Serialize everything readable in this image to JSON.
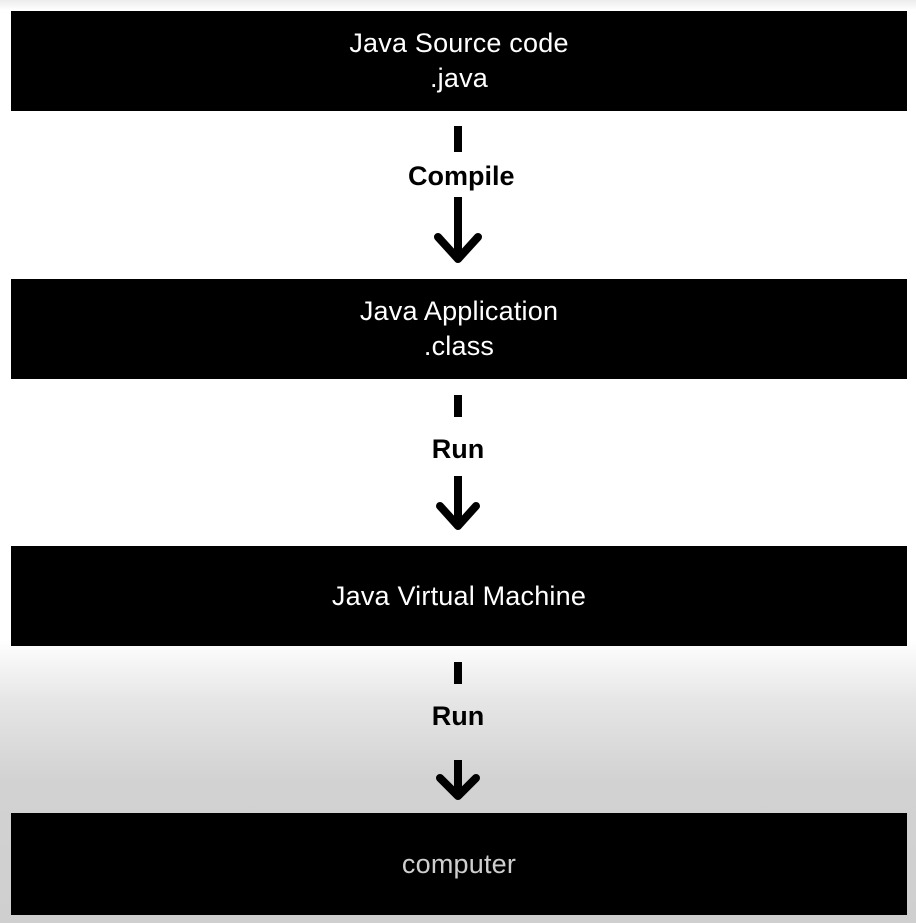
{
  "diagram": {
    "boxes": [
      {
        "lines": [
          "Java Source code",
          ".java"
        ]
      },
      {
        "lines": [
          "Java Application",
          ".class"
        ]
      },
      {
        "lines": [
          "Java Virtual Machine"
        ]
      },
      {
        "lines": [
          "computer"
        ]
      }
    ],
    "arrows": [
      {
        "label": "Compile"
      },
      {
        "label": "Run"
      },
      {
        "label": "Run"
      }
    ]
  },
  "colors": {
    "box_fill": "#000000",
    "box_text": "#ffffff",
    "last_box_text": "#cfcfcf",
    "arrow": "#000000"
  }
}
